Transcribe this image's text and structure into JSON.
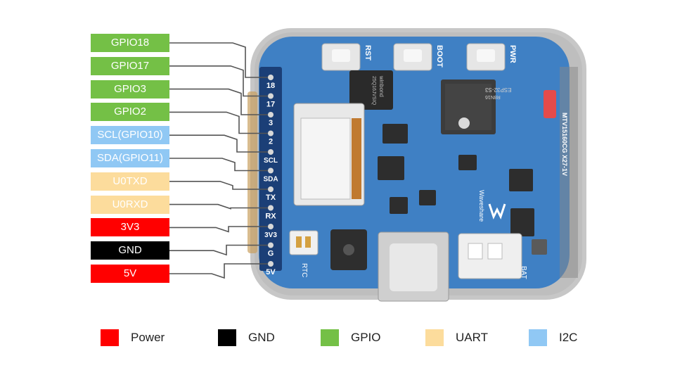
{
  "colors": {
    "power": "#ff0000",
    "gnd": "#000000",
    "gpio": "#74c046",
    "uart": "#fcdc9c",
    "i2c": "#90c8f4",
    "board": "#3e7fc3",
    "bezel": "#8e8e8e"
  },
  "pin_labels": [
    {
      "text": "GPIO18",
      "category": "gpio"
    },
    {
      "text": "GPIO17",
      "category": "gpio"
    },
    {
      "text": "GPIO3",
      "category": "gpio"
    },
    {
      "text": "GPIO2",
      "category": "gpio"
    },
    {
      "text": "SCL(GPIO10)",
      "category": "i2c"
    },
    {
      "text": "SDA(GPIO11)",
      "category": "i2c"
    },
    {
      "text": "U0TXD",
      "category": "uart"
    },
    {
      "text": "U0RXD",
      "category": "uart"
    },
    {
      "text": "3V3",
      "category": "power"
    },
    {
      "text": "GND",
      "category": "gnd"
    },
    {
      "text": "5V",
      "category": "power"
    }
  ],
  "header_pins": [
    "18",
    "17",
    "3",
    "2",
    "SCL",
    "SDA",
    "TX",
    "RX",
    "3V3",
    "G",
    "5V"
  ],
  "board": {
    "buttons": [
      "RST",
      "BOOT",
      "PWR"
    ],
    "chip_text": [
      "ESP32-S3",
      "R8N16"
    ],
    "mem_text": [
      "winbond",
      "25Q16JVSIQ"
    ],
    "silk_side": "MTV15160CG X27-1V",
    "brand": "Waveshare",
    "connectors": [
      "RTC",
      "BAT"
    ]
  },
  "legend": [
    {
      "label": "Power",
      "category": "power"
    },
    {
      "label": "GND",
      "category": "gnd"
    },
    {
      "label": "GPIO",
      "category": "gpio"
    },
    {
      "label": "UART",
      "category": "uart"
    },
    {
      "label": "I2C",
      "category": "i2c"
    }
  ]
}
